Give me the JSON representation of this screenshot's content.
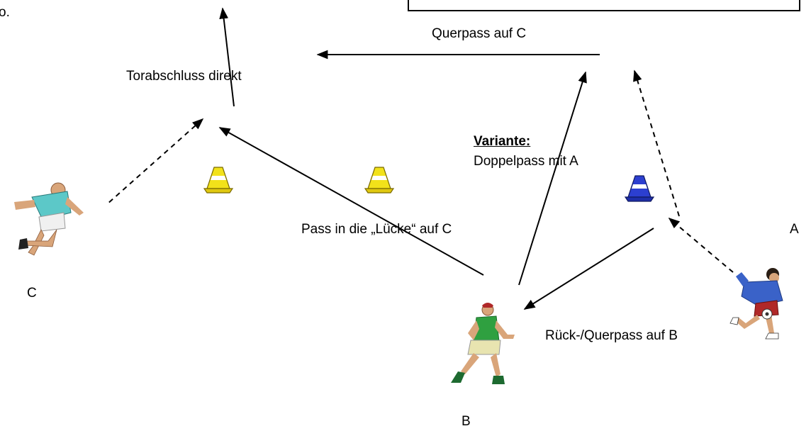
{
  "header": {
    "corner_fragment": "o."
  },
  "labels": {
    "querpass": "Querpass auf C",
    "torabschluss": "Torabschluss direkt",
    "variante_title": "Variante:",
    "variante_text": "Doppelpass mit A",
    "pass_luecke": "Pass in die „Lücke“ auf C",
    "rueckpass": "Rück-/Querpass auf B"
  },
  "players": {
    "a": {
      "label": "A",
      "shirt_color": "#3a62c8",
      "shorts_color": "#b02828"
    },
    "b": {
      "label": "B",
      "shirt_color": "#2fa040",
      "shorts_color": "#e8e4b0"
    },
    "c": {
      "label": "C",
      "shirt_color": "#5cc8c8",
      "shorts_color": "#f0f0f0"
    }
  },
  "cones": [
    {
      "name": "cone-yellow-left",
      "color": "#f2e21a"
    },
    {
      "name": "cone-yellow-middle",
      "color": "#f2e21a"
    },
    {
      "name": "cone-blue",
      "color": "#2c3fd0"
    }
  ],
  "arrows": [
    {
      "name": "arrow-shot-on-goal",
      "style": "solid"
    },
    {
      "name": "arrow-cross-pass-to-c",
      "style": "solid"
    },
    {
      "name": "arrow-pass-into-gap",
      "style": "solid"
    },
    {
      "name": "arrow-double-pass-variant",
      "style": "solid"
    },
    {
      "name": "arrow-back-pass-to-b",
      "style": "solid"
    },
    {
      "name": "arrow-run-c",
      "style": "dashed"
    },
    {
      "name": "arrow-run-a-to-point",
      "style": "dashed"
    },
    {
      "name": "arrow-run-a-forward",
      "style": "dashed"
    }
  ]
}
